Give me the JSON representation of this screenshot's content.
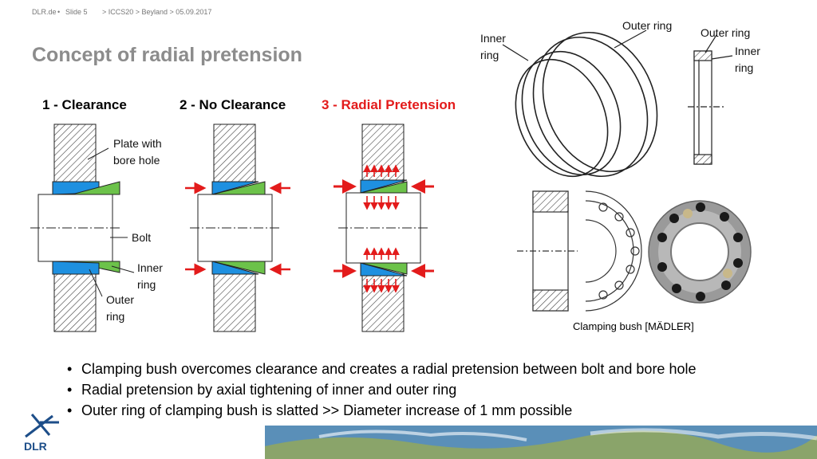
{
  "header": {
    "source": "DLR.de",
    "sep": "•",
    "slide": "Slide 5",
    "breadcrumb": "> ICCS20 > Beyland > 05.09.2017"
  },
  "title": "Concept of radial pretension",
  "panels": {
    "p1": "1 - Clearance",
    "p2": "2 - No Clearance",
    "p3": "3 - Radial Pretension"
  },
  "labels": {
    "plate": "Plate with bore hole",
    "bolt": "Bolt",
    "inner_ring": "Inner ring",
    "outer_ring": "Outer ring",
    "right_outer_ring_1": "Outer ring",
    "right_outer_ring_2": "Outer ring",
    "right_inner_ring_1": "Inner ring",
    "right_inner_ring_2": "Inner ring"
  },
  "caption": "Clamping bush [MÄDLER]",
  "bullets": [
    "Clamping bush overcomes clearance and creates a radial pretension between bolt and bore hole",
    "Radial pretension by axial tightening of inner and outer ring",
    "Outer ring of clamping bush is slatted >> Diameter increase of 1 mm possible"
  ],
  "logo": "DLR",
  "colors": {
    "outer_ring": "#1e90e0",
    "inner_ring": "#6cc24a",
    "pretension": "#e31b1b",
    "title": "#8c8c8c",
    "logo": "#1d4e89"
  }
}
